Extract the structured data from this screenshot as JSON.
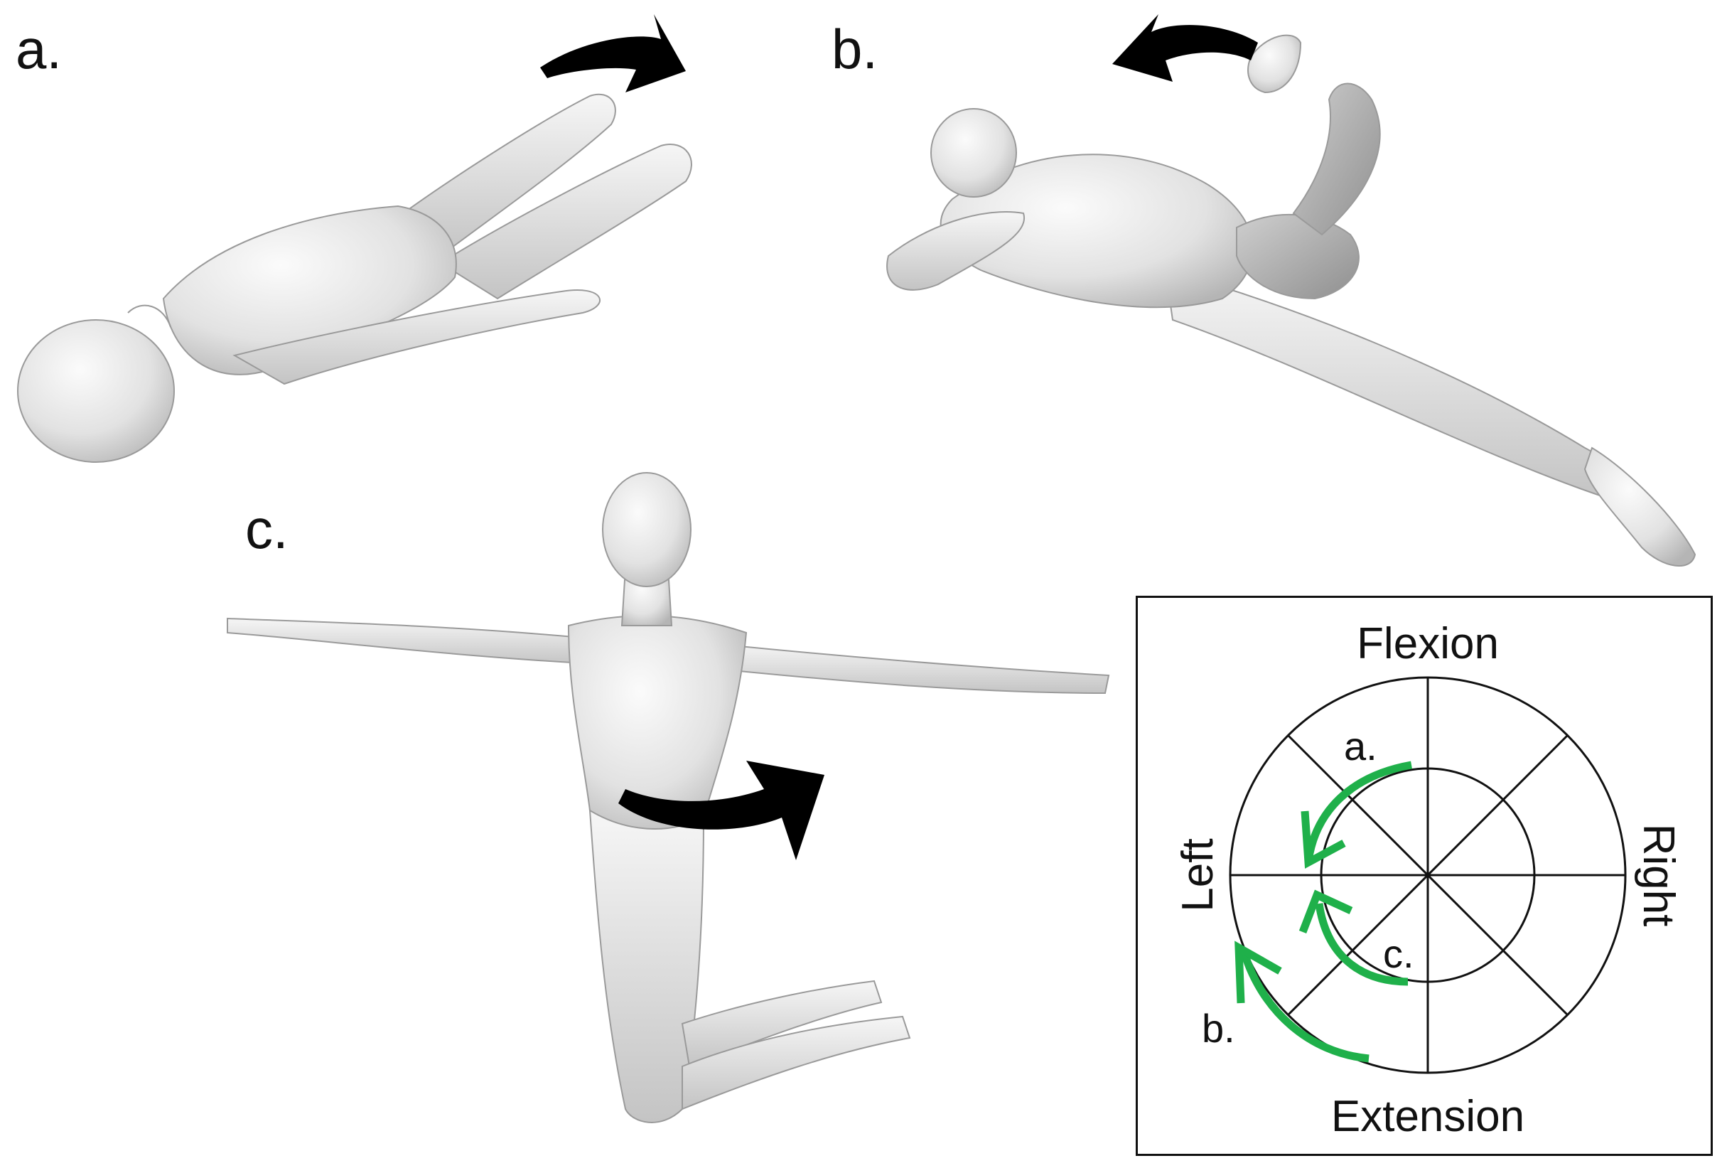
{
  "panels": {
    "a": {
      "label": "a."
    },
    "b": {
      "label": "b."
    },
    "c": {
      "label": "c."
    }
  },
  "inset": {
    "top_label": "Flexion",
    "bottom_label": "Extension",
    "left_label": "Left",
    "right_label": "Right",
    "arc_labels": {
      "a": "a.",
      "b": "b.",
      "c": "c."
    }
  },
  "colors": {
    "arrow_green": "#1fb04a",
    "arrow_black": "#000000",
    "body_fill": "#e6e6e6",
    "body_shade": "#bdbdbd"
  }
}
